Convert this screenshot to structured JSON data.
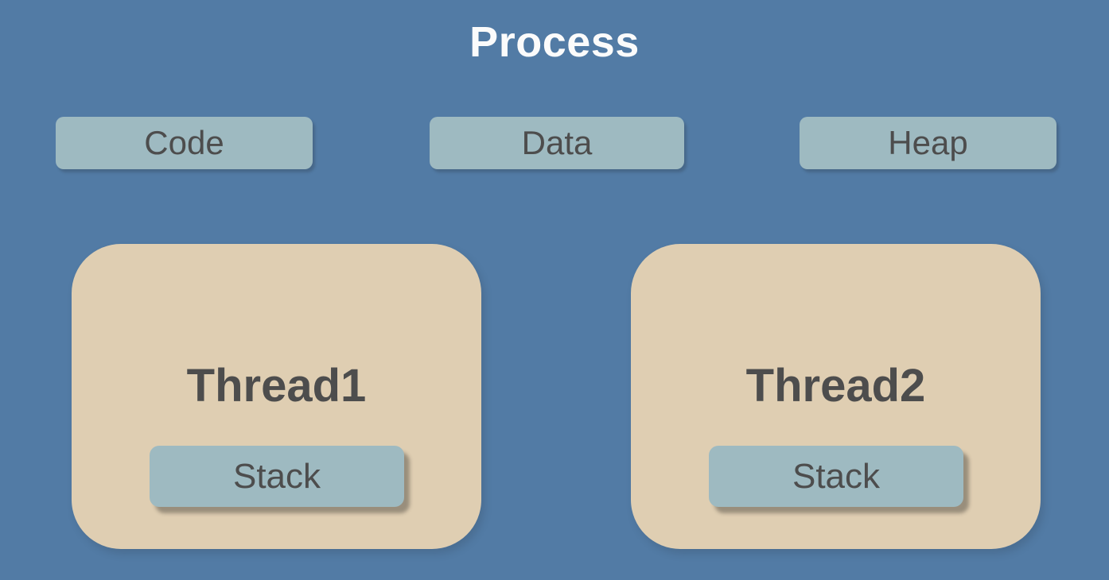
{
  "title": "Process",
  "colors": {
    "background": "#527BA5",
    "box_blue": "#9EBAC1",
    "box_tan": "#DFCEB2",
    "text_dark": "#4D4D4D",
    "title_text": "#FBFBFB"
  },
  "memory_sections": [
    {
      "label": "Code"
    },
    {
      "label": "Data"
    },
    {
      "label": "Heap"
    }
  ],
  "threads": [
    {
      "label": "Thread1",
      "stack_label": "Stack"
    },
    {
      "label": "Thread2",
      "stack_label": "Stack"
    }
  ]
}
